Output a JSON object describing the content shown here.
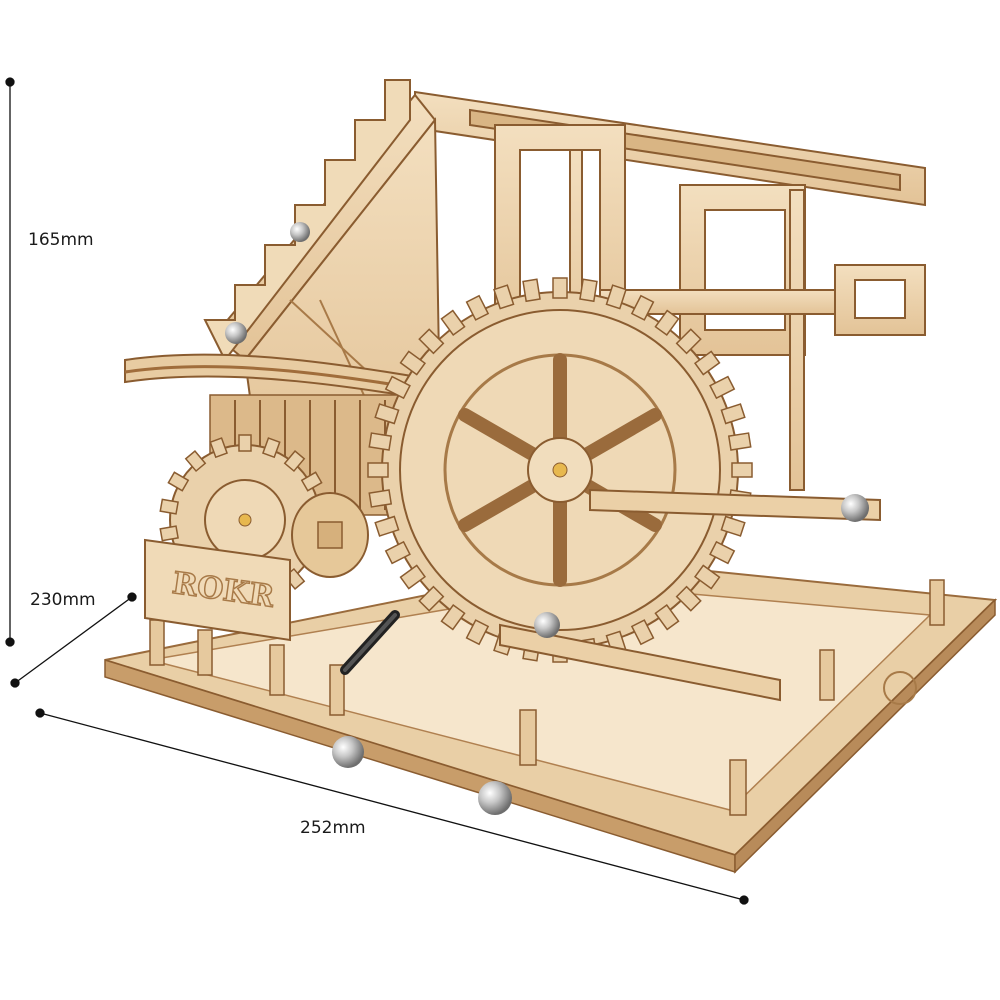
{
  "dimensions": {
    "height": "165mm",
    "depth": "230mm",
    "width": "252mm"
  },
  "product": {
    "logo_text": "ROKR"
  },
  "colors": {
    "background": "#ffffff",
    "wood_light": "#efd7b3",
    "wood_mid": "#e2c094",
    "wood_edge": "#9a6b3c",
    "wood_shadow": "#c49a6a",
    "metal": "#c9c9c9",
    "dimension_line": "#111111"
  }
}
